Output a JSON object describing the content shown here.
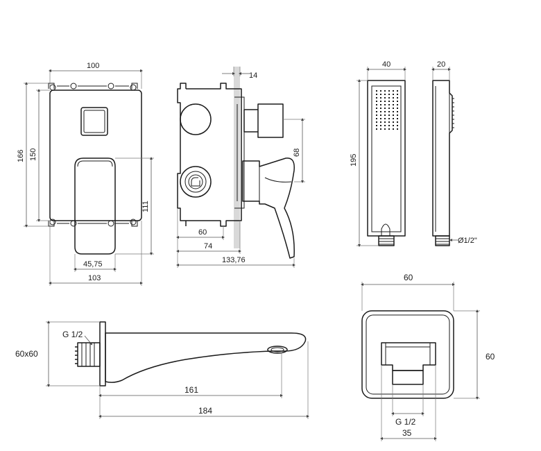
{
  "dimensions": {
    "front_width_100": "100",
    "front_height_166": "166",
    "front_height_150": "150",
    "front_height_111": "111",
    "front_width_45_75": "45,75",
    "front_width_103": "103",
    "side_wall_14": "14",
    "side_height_68": "68",
    "side_depth_60": "60",
    "side_depth_74": "74",
    "side_depth_133_76": "133,76",
    "shower_width_40": "40",
    "shower_side_20": "20",
    "shower_length_195": "195",
    "shower_thread": "Ø1/2\"",
    "spout_thread": "G 1/2",
    "spout_flange": "60x60",
    "spout_length_161": "161",
    "spout_length_184": "184",
    "plate_width_60": "60",
    "plate_height_60": "60",
    "plate_thread": "G 1/2",
    "plate_width_35": "35"
  }
}
